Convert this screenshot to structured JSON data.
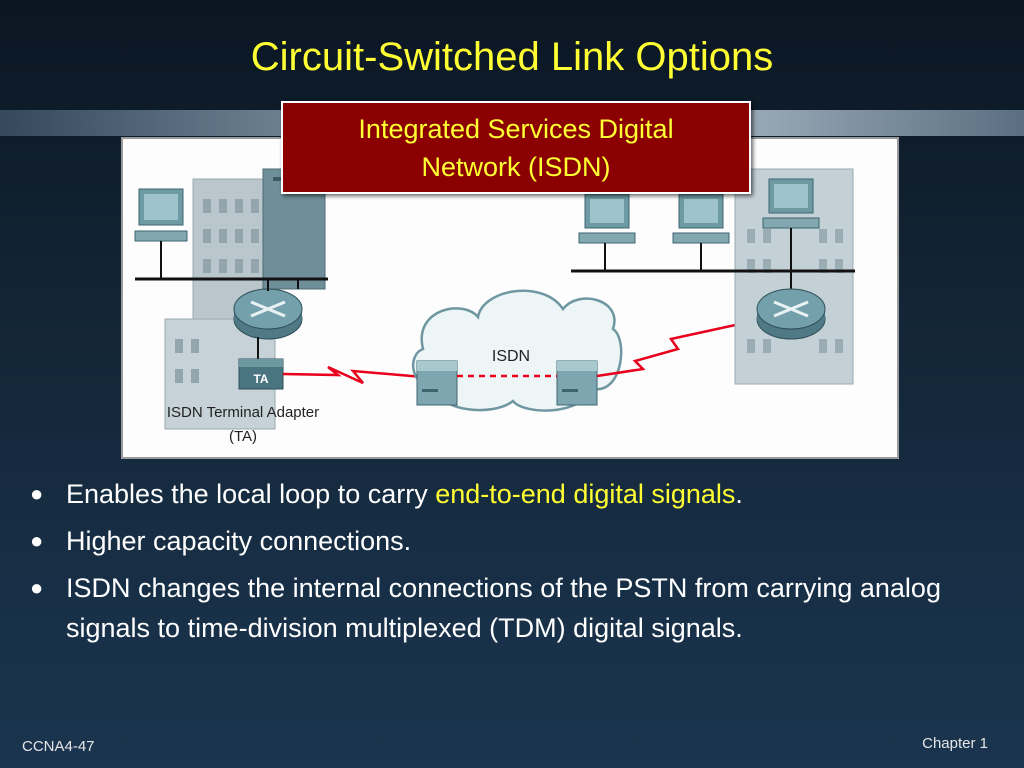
{
  "slide": {
    "title": "Circuit-Switched Link Options",
    "callout": {
      "line1": "Integrated Services Digital",
      "line2": "Network (ISDN)"
    },
    "diagram": {
      "cloud_label": "ISDN",
      "ta_badge": "TA",
      "ta_caption_line1": "ISDN Terminal Adapter",
      "ta_caption_line2": "(TA)"
    },
    "bullets": [
      {
        "before": "Enables the local loop to carry ",
        "highlight": "end-to-end digital signals",
        "after": "."
      },
      {
        "text": "Higher capacity connections."
      },
      {
        "text": "ISDN changes the internal connections of the PSTN from carrying analog signals to time-division multiplexed (TDM) digital signals."
      }
    ],
    "footer_left": "CCNA4-47",
    "footer_right": "Chapter 1"
  },
  "colors": {
    "title": "#ffff33",
    "callout_bg": "#8b0000",
    "highlight": "#ffff33",
    "wan_link": "#e8001c"
  }
}
